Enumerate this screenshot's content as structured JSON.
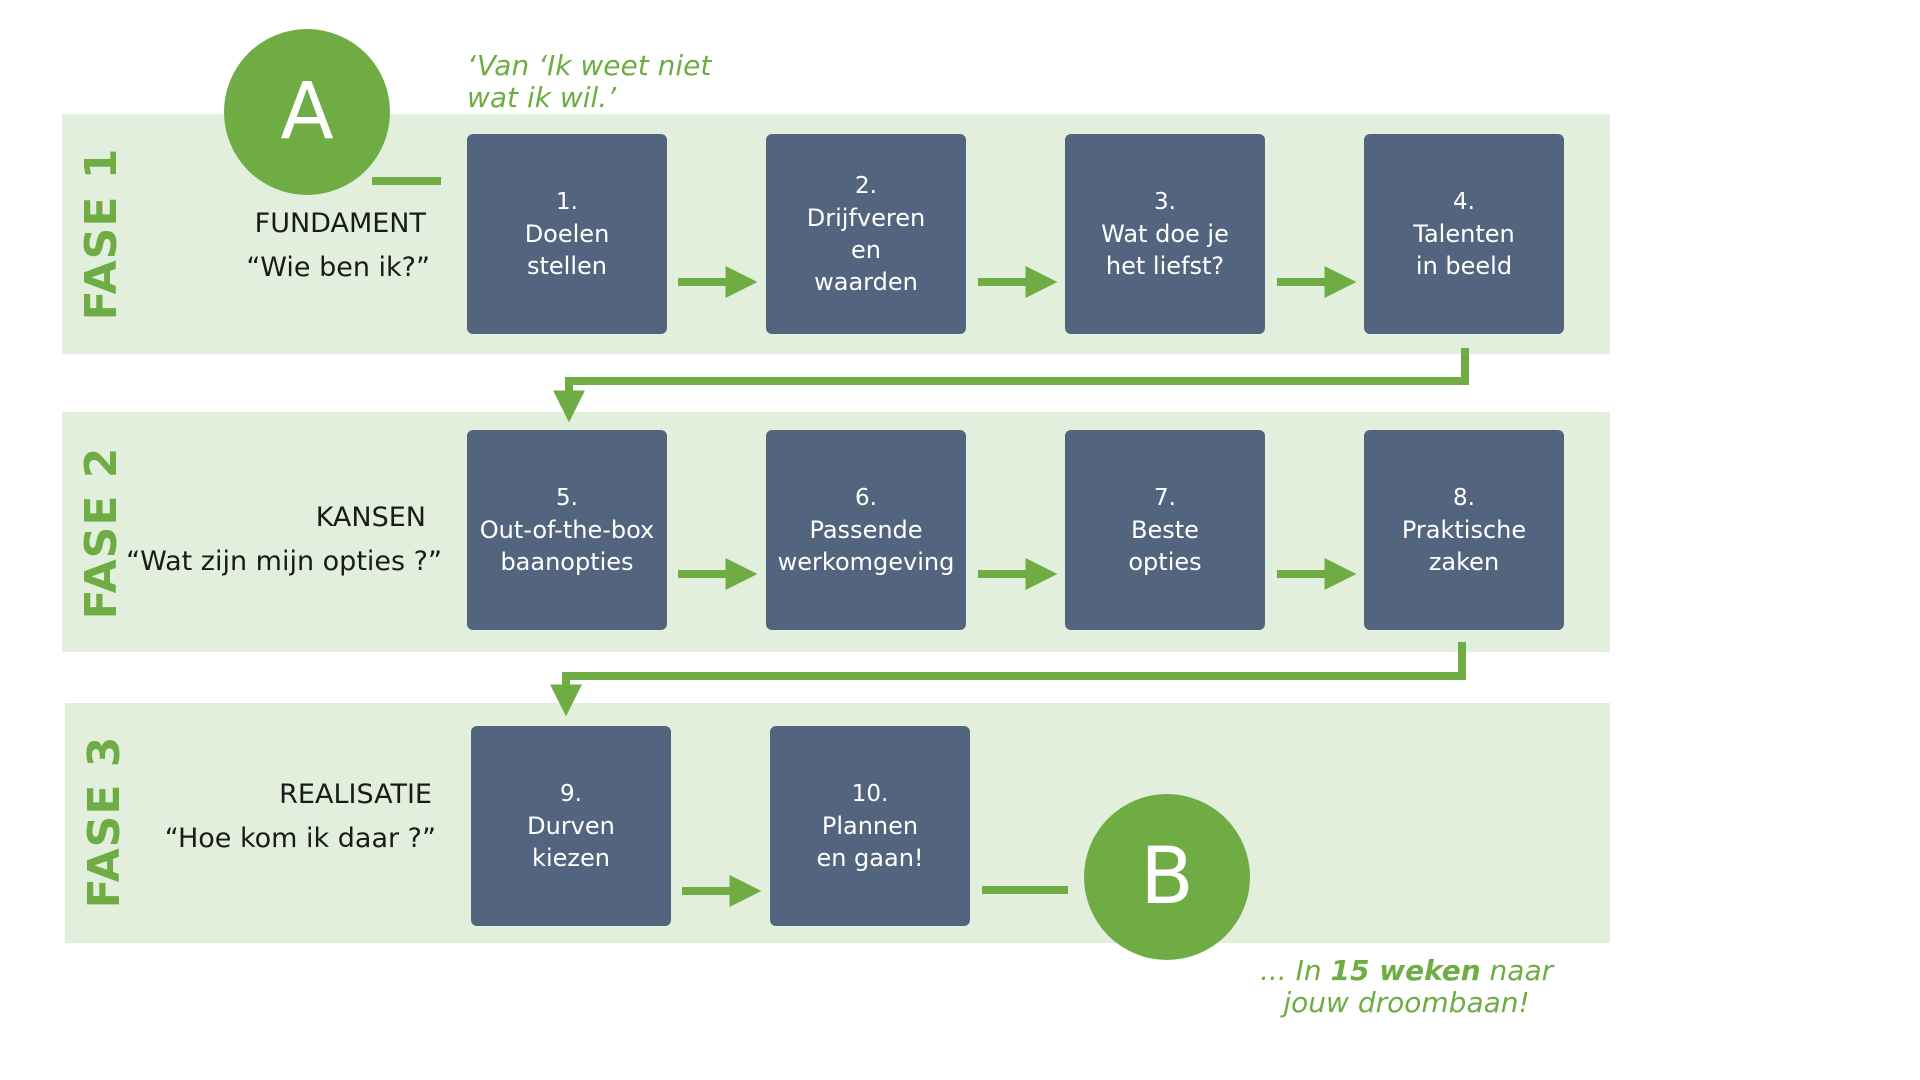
{
  "start": {
    "letter": "A",
    "quote_line1": "‘Van ‘Ik weet niet",
    "quote_line2": "wat ik wil.’"
  },
  "end": {
    "letter": "B",
    "quote_prefix": "... In ",
    "quote_bold": "15 weken",
    "quote_suffix": " naar",
    "quote_line2": "jouw droombaan!"
  },
  "phases": [
    {
      "label": "FASE 1",
      "title": "FUNDAMENT",
      "question": "“Wie ben ik?”",
      "steps": [
        {
          "num": "1.",
          "lines": [
            "Doelen",
            "stellen"
          ]
        },
        {
          "num": "2.",
          "lines": [
            "Drijfveren",
            "en",
            "waarden"
          ]
        },
        {
          "num": "3.",
          "lines": [
            "Wat doe je",
            "het liefst?"
          ]
        },
        {
          "num": "4.",
          "lines": [
            "Talenten",
            "in beeld"
          ]
        }
      ]
    },
    {
      "label": "FASE 2",
      "title": "KANSEN",
      "question": "“Wat zijn mijn opties ?”",
      "steps": [
        {
          "num": "5.",
          "lines": [
            "Out-of-the-box",
            "baanopties"
          ]
        },
        {
          "num": "6.",
          "lines": [
            "Passende",
            "werkomgeving"
          ]
        },
        {
          "num": "7.",
          "lines": [
            "Beste",
            "opties"
          ]
        },
        {
          "num": "8.",
          "lines": [
            "Praktische",
            "zaken"
          ]
        }
      ]
    },
    {
      "label": "FASE 3",
      "title": "REALISATIE",
      "question": "“Hoe kom ik daar ?”",
      "steps": [
        {
          "num": "9.",
          "lines": [
            "Durven",
            "kiezen"
          ]
        },
        {
          "num": "10.",
          "lines": [
            "Plannen",
            "en gaan!"
          ]
        }
      ]
    }
  ],
  "colors": {
    "band": "#e3efdd",
    "box": "#53657e",
    "accent": "#6fad44"
  }
}
